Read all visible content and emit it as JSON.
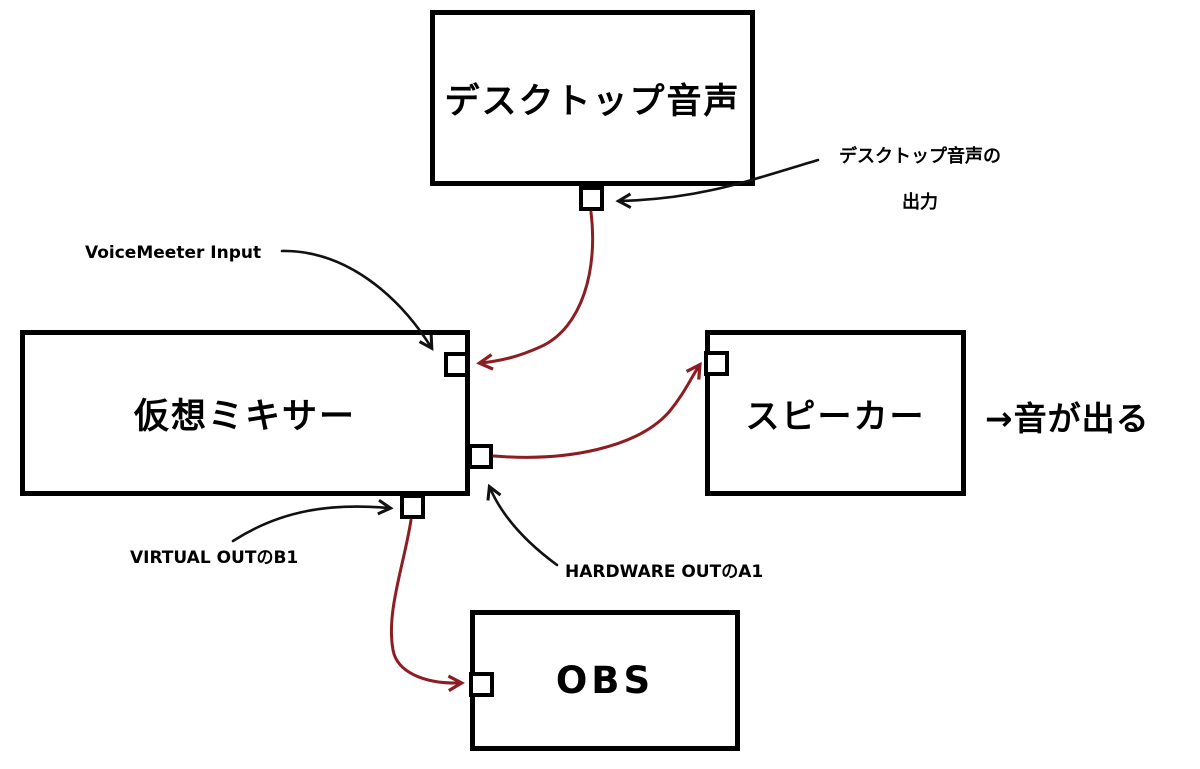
{
  "diagram": {
    "boxes": {
      "desktop_audio": {
        "label": "デスクトップ音声"
      },
      "virtual_mixer": {
        "label": "仮想ミキサー"
      },
      "speaker": {
        "label": "スピーカー"
      },
      "obs": {
        "label": "OBS"
      }
    },
    "annotations": {
      "desktop_output_line1": "デスクトップ音声の",
      "desktop_output_line2": "出力",
      "voicemeeter_input": "VoiceMeeter Input",
      "virtual_out_b1": "VIRTUAL OUTのB1",
      "hardware_out_a1": "HARDWARE OUTのA1",
      "sound_out": "→音が出る"
    },
    "colors": {
      "box_border": "#000000",
      "connection_line": "#8c1d22",
      "annotation_line": "#111111",
      "background": "#ffffff"
    }
  }
}
